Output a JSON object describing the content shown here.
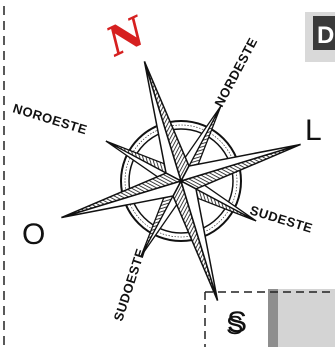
{
  "compass": {
    "north": "N",
    "northeast": "NORDESTE",
    "east": "L",
    "southeast": "SUDESTE",
    "south": "S",
    "southwest": "SUDOESTE",
    "west": "O",
    "northwest": "NOROESTE"
  },
  "corner_box": {
    "letter": "D"
  },
  "bottom_box": {
    "letter": "S"
  },
  "colors": {
    "north": "#d62020",
    "ink": "#111111",
    "corner_box_bg": "#3a3a3a",
    "panel_bg": "#d9d9d9"
  }
}
